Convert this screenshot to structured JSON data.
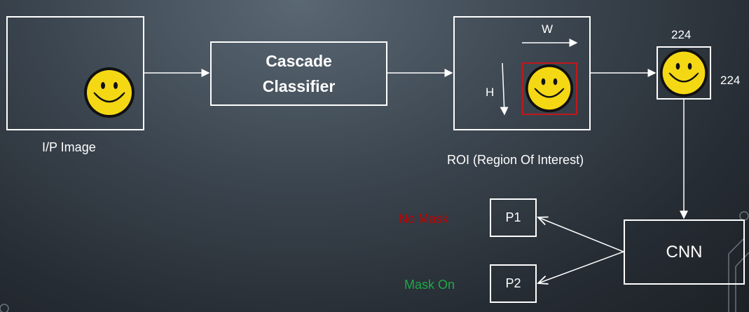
{
  "nodes": {
    "input_caption": "I/P Image",
    "classifier_line1": "Cascade",
    "classifier_line2": "Classifier",
    "roi_caption": "ROI (Region Of Interest)",
    "roi_width_label": "W",
    "roi_height_label": "H",
    "crop_width": "224",
    "crop_height": "224",
    "cnn_label": "CNN",
    "p1_label": "P1",
    "p2_label": "P2"
  },
  "outputs": {
    "p1_class": "No Mask",
    "p2_class": "Mask On"
  },
  "colors": {
    "no_mask": "#c00000",
    "mask_on": "#1fa84a",
    "roi_box": "#c0181c",
    "smiley_face": "#f5d814"
  }
}
